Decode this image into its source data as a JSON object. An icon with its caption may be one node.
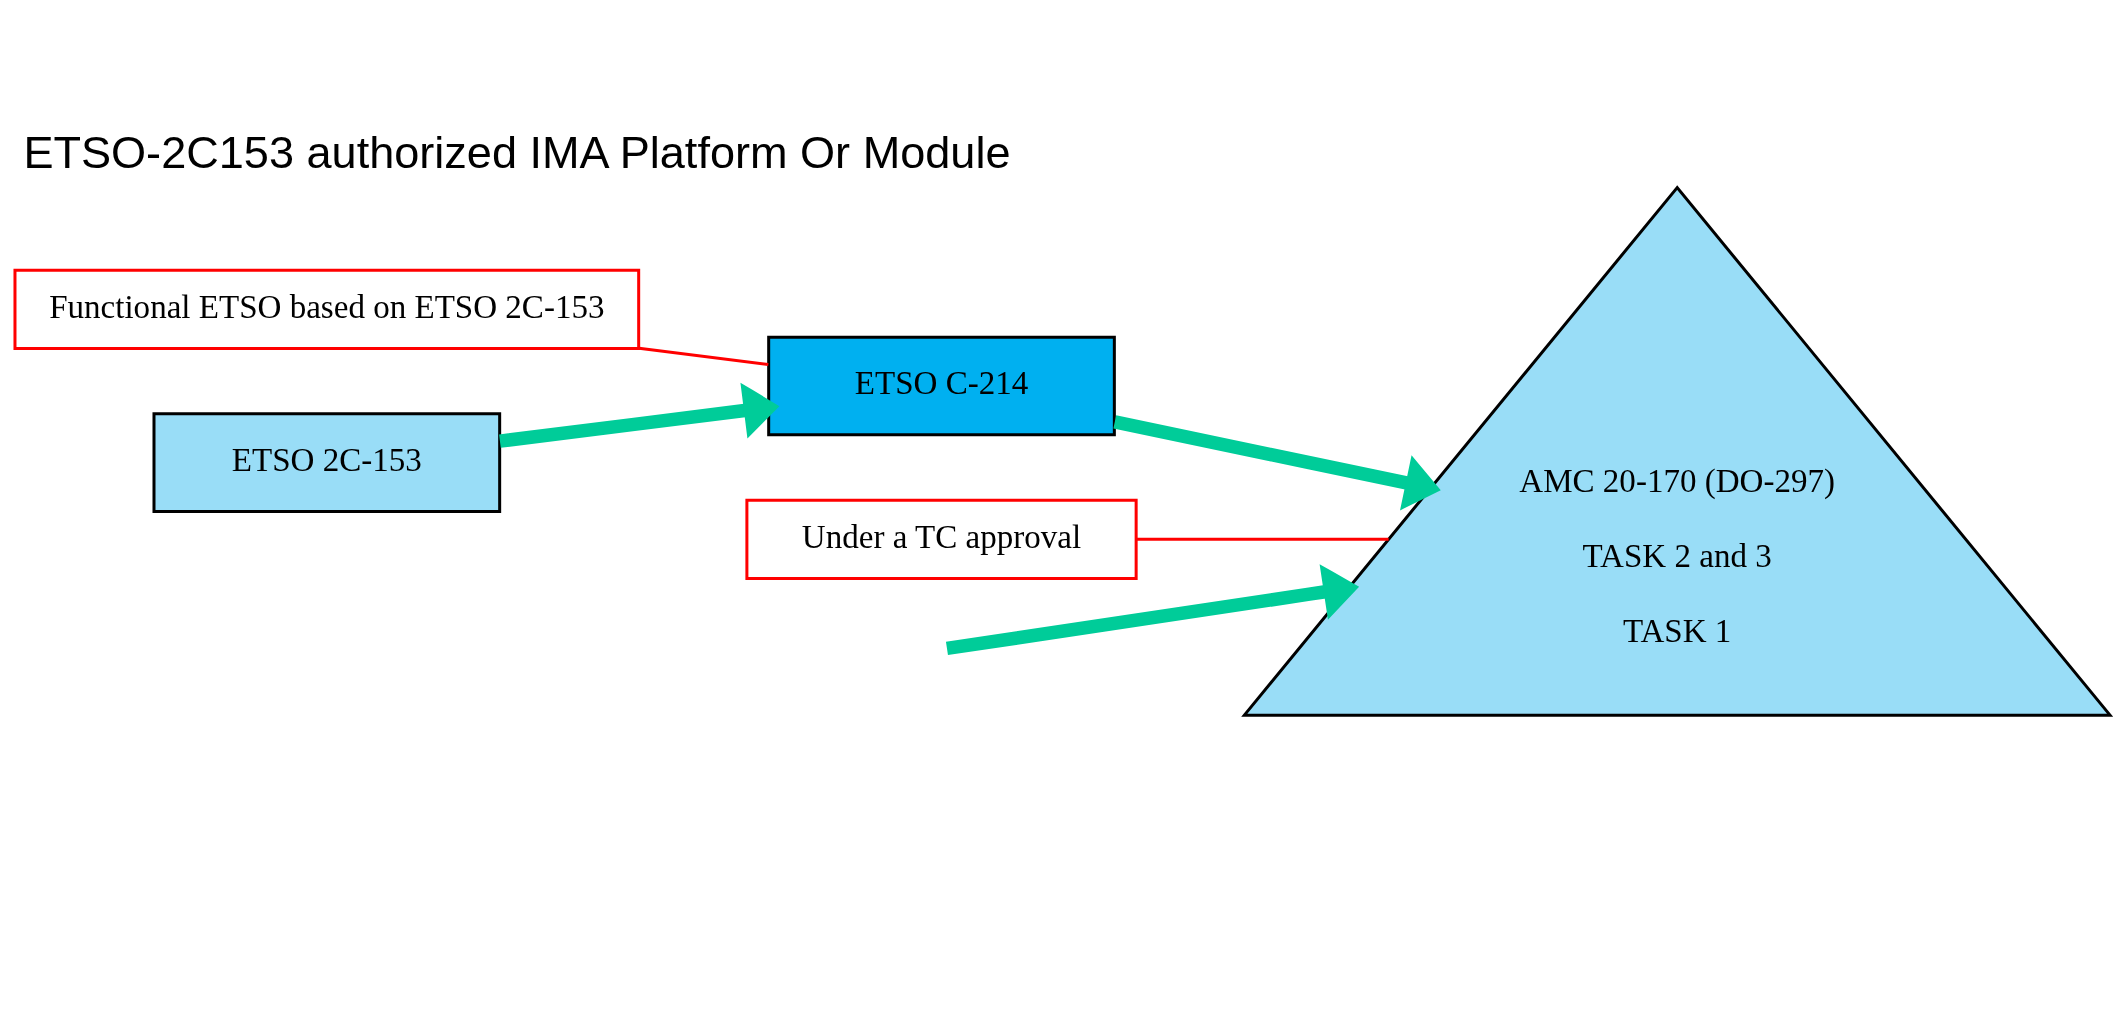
{
  "diagram": {
    "title": "ETSO-2C153 authorized IMA Platform Or Module",
    "nodes": [
      {
        "text": [
          "Functional ETSO based on ETSO 2C-153"
        ]
      },
      {
        "text": [
          "Under a TC approval"
        ]
      },
      {
        "text": [
          "ETSO C-214"
        ]
      },
      {
        "text": [
          "ETSO 2C-153"
        ]
      },
      {
        "text": [
          "AMC 20-170 (DO-297)",
          "TASK 2 and 3",
          "TASK 1"
        ]
      }
    ],
    "edges": [
      {
        "from": 0,
        "to": 2,
        "arrow": "none",
        "color": "#ff0000"
      },
      {
        "from": 3,
        "to": 2,
        "arrow": "to"
      },
      {
        "from": 2,
        "to": 4,
        "arrow": "to"
      },
      {
        "from": null,
        "to": 4,
        "arrow": "to"
      },
      {
        "from": 1,
        "to": 4,
        "arrow": "none",
        "color": "#ff0000"
      }
    ]
  }
}
